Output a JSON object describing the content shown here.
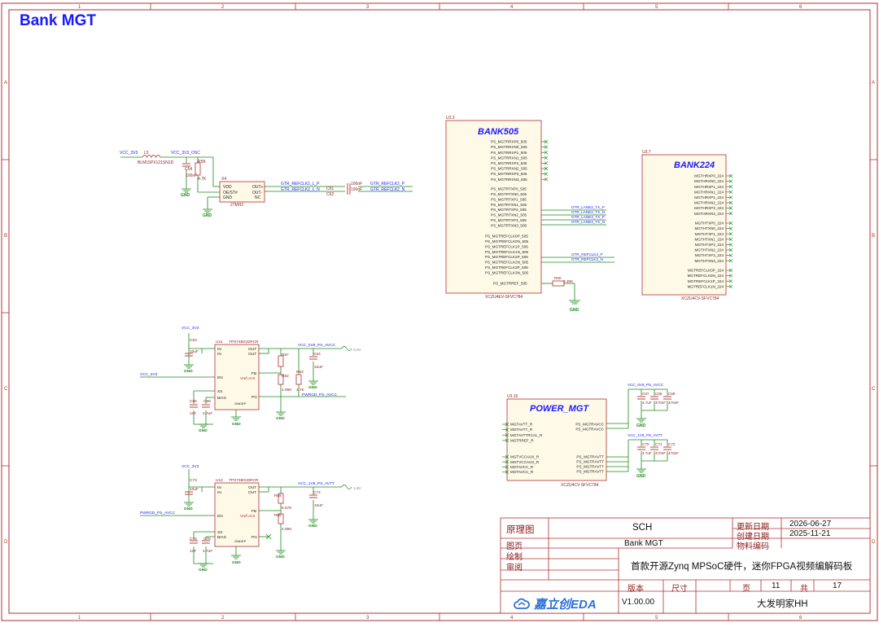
{
  "sheet": {
    "title": "Bank MGT",
    "col_labels": [
      "1",
      "2",
      "3",
      "4",
      "5",
      "6"
    ],
    "row_labels": [
      "A",
      "B",
      "C",
      "D"
    ]
  },
  "colors": {
    "frame": "#b03030",
    "wire": "#1a8a1a",
    "net_text": "#1a1aff",
    "part_text": "#8a1c1c",
    "title_text": "#1a1aff"
  },
  "osc": {
    "vcc": "VCC_3V3",
    "inductor": "L5",
    "inductor_part": "BLM15PX121SN1D",
    "net": "VCC_3V3_OSC",
    "c_ref": "C54",
    "c_val": "100nF",
    "r_ref": "R58",
    "r_val": "4.7K",
    "u_ref": "X4",
    "u_part": "27MHZ",
    "pins_left": [
      "VDD",
      "OE/ST#",
      "GND"
    ],
    "pins_right": [
      "OUT+",
      "OUT-",
      "NC"
    ],
    "gnd": [
      "GND",
      "GND"
    ],
    "out_nets": [
      "GTR_REFCLK2_L_P",
      "GTR_REFCLK2_L_N"
    ],
    "caps": [
      "C61",
      "C62"
    ],
    "cap_vals": [
      "100nF",
      "100nF"
    ],
    "in_nets": [
      "GTR_REFCLK2_P",
      "GTR_REFCLK2_N"
    ]
  },
  "bank505": {
    "ref": "U3.3",
    "title": "BANK505",
    "pins_a": [
      "PS_MGTRRXP0_505",
      "PS_MGTRRXN0_505",
      "PS_MGTRRXP1_505",
      "PS_MGTRRXN1_505",
      "PS_MGTRRXP2_505",
      "PS_MGTRRXN2_505",
      "PS_MGTRRXP3_505",
      "PS_MGTRRXN3_505"
    ],
    "pins_b": [
      "PS_MGTRTXP0_505",
      "PS_MGTRTXN0_505",
      "PS_MGTRTXP1_505",
      "PS_MGTRTXN1_505",
      "PS_MGTRTXP2_505",
      "PS_MGTRTXN2_505",
      "PS_MGTRTXP3_505",
      "PS_MGTRTXN3_505"
    ],
    "pins_c": [
      "PS_MGTREFCLK0P_505",
      "PS_MGTREFCLK0N_505",
      "PS_MGTREFCLK1P_505",
      "PS_MGTREFCLK1N_505",
      "PS_MGTREFCLK2P_505",
      "PS_MGTREFCLK2N_505",
      "PS_MGTREFCLK3P_505",
      "PS_MGTREFCLK3N_505"
    ],
    "pin_rref": "PS_MGTRREF_505",
    "tx_nets": [
      "GTR_LANE2_TX_P",
      "GTR_LANE2_TX_N",
      "GTR_LANE3_TX_P",
      "GTR_LANE3_TX_N"
    ],
    "clk_nets": [
      "GTR_REFCLK2_P",
      "GTR_REFCLK2_N"
    ],
    "r_ref": "R60",
    "r_val": "2.49K",
    "gnd": "GND",
    "part": "XCZU4EV-SFVC784"
  },
  "bank224": {
    "ref": "U3.7",
    "title": "BANK224",
    "pins_a": [
      "MGTHRXP0_224",
      "MGTHRXN0_224",
      "MGTHRXP1_224",
      "MGTHRXN1_224",
      "MGTHRXP2_224",
      "MGTHRXN2_224",
      "MGTHRXP3_224",
      "MGTHRXN3_224"
    ],
    "pins_b": [
      "MGTHTXP0_224",
      "MGTHTXN0_224",
      "MGTHTXP1_224",
      "MGTHTXN1_224",
      "MGTHTXP2_224",
      "MGTHTXN2_224",
      "MGTHTXP3_224",
      "MGTHTXN3_224"
    ],
    "pins_c": [
      "MGTREFCLK0P_224",
      "MGTREFCLK0N_224",
      "MGTREFCLK1P_224",
      "MGTREFCLK1N_224"
    ],
    "part": "XCZU4CV-SFVC784"
  },
  "ldo1": {
    "ref": "U11",
    "part": "TPS74801DRCR",
    "vin": "VCC_3V3",
    "cin": "C63",
    "cin_val": "10uF",
    "bias_net": "VCC_3V3",
    "pins_left": [
      "IN",
      "IN",
      "EN",
      "SS",
      "BIAS"
    ],
    "pins_right": [
      "OUT",
      "OUT",
      "FB",
      "PG"
    ],
    "pin_gnd": "GND",
    "pin_ep": "EP",
    "vout_net": "VCC_0V9_PS_AVCC",
    "vout_val": "0.9V",
    "r_top": "R57",
    "r_bot": "R62",
    "r_bot_val": "4.99K",
    "r_pg": "R63",
    "r_pg_val": "4.7K",
    "cout": "C64",
    "cout_val": "10uF",
    "css": "C65",
    "css_val": "1nF",
    "cbias": "C66",
    "cbias_val": "4.7uF",
    "vref": "Vref=0.8",
    "pg_net": "PWRGD_PS_AVCC",
    "gnd": "GND"
  },
  "ldo2": {
    "ref": "U12",
    "part": "TPS74801DRCR",
    "vin": "VCC_3V3",
    "cin": "C73",
    "cin_val": "10uF",
    "en_net": "PWRGD_PS_AVCC",
    "pins_left": [
      "IN",
      "IN",
      "EN",
      "SS",
      "BIAS"
    ],
    "pins_right": [
      "OUT",
      "OUT",
      "FB",
      "PG"
    ],
    "pin_gnd": "GND",
    "pin_ep": "EP",
    "vout_net": "VCC_1V8_PS_AVTT",
    "vout_val": "1.8V",
    "r_top": "R65",
    "r_top_val": "6.57K",
    "r_bot": "R66",
    "r_bot_val": "4.99K",
    "cout": "C74",
    "cout_val": "10uF",
    "css": "C75",
    "css_val": "1nF",
    "cbias": "C76",
    "cbias_val": "4.7uF",
    "vref": "Vref=0.8",
    "gnd": "GND"
  },
  "power_mgt": {
    "ref": "U3.16",
    "title": "POWER_MGT",
    "pins_left_a": [
      "MGTAVTT_R",
      "MGTAVTT_R",
      "MGTAVTTRCAL_R",
      "MGTRREF_R"
    ],
    "pins_left_b": [
      "MGTVCCAUX_R",
      "MGTVCCAUX_R",
      "MGTAVCC_R",
      "MGTAVCC_R"
    ],
    "pins_right_a": [
      "PS_MGTRAVCC",
      "PS_MGTRAVCC"
    ],
    "pins_right_b": [
      "PS_MGTRAVTT",
      "PS_MGTRAVTT",
      "PS_MGTRAVTT",
      "PS_MGTRAVTT"
    ],
    "net_avcc": "VCC_0V9_PS_AVCC",
    "net_avtt": "VCC_1V8_PS_AVTT",
    "caps_a": [
      "C67",
      "C68",
      "C69"
    ],
    "caps_a_vals": [
      "4.7uF",
      "470nF",
      "470nF"
    ],
    "caps_b": [
      "C70",
      "C71",
      "C72"
    ],
    "caps_b_vals": [
      "4.7uF",
      "470nF",
      "470nF"
    ],
    "gnd": "GND",
    "part": "XCZU4CV-SFVC784"
  },
  "title_block": {
    "l_drawing": "原理图",
    "v_drawing": "SCH",
    "l_update": "更新日期",
    "v_update": "2026-06-27",
    "l_create": "创建日期",
    "v_create": "2025-11-21",
    "l_page": "图页",
    "v_page": "Bank MGT",
    "l_material": "物料编码",
    "l_draw": "绘制",
    "l_review": "审阅",
    "project": "首款开源Zynq MPSoC硬件，迷你FPGA视频编解码板",
    "l_version": "版本",
    "l_size": "尺寸",
    "l_pg": "页",
    "v_pg": "11",
    "l_total": "共",
    "v_total": "17",
    "brand": "嘉立创EDA",
    "v_version": "V1.00.00",
    "author": "大发明家HH"
  }
}
